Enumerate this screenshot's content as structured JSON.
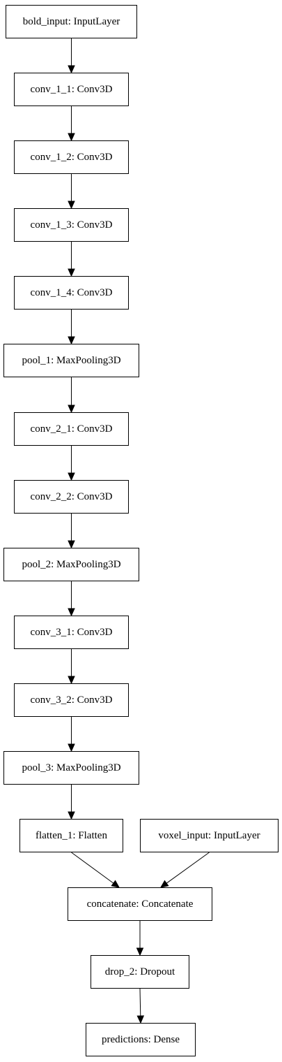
{
  "nodes": {
    "bold_input": "bold_input: InputLayer",
    "conv_1_1": "conv_1_1: Conv3D",
    "conv_1_2": "conv_1_2: Conv3D",
    "conv_1_3": "conv_1_3: Conv3D",
    "conv_1_4": "conv_1_4: Conv3D",
    "pool_1": "pool_1: MaxPooling3D",
    "conv_2_1": "conv_2_1: Conv3D",
    "conv_2_2": "conv_2_2: Conv3D",
    "pool_2": "pool_2: MaxPooling3D",
    "conv_3_1": "conv_3_1: Conv3D",
    "conv_3_2": "conv_3_2: Conv3D",
    "pool_3": "pool_3: MaxPooling3D",
    "flatten_1": "flatten_1: Flatten",
    "voxel_input": "voxel_input: InputLayer",
    "concatenate": "concatenate: Concatenate",
    "drop_2": "drop_2: Dropout",
    "predictions": "predictions: Dense"
  },
  "edges": [
    [
      "bold_input",
      "conv_1_1"
    ],
    [
      "conv_1_1",
      "conv_1_2"
    ],
    [
      "conv_1_2",
      "conv_1_3"
    ],
    [
      "conv_1_3",
      "conv_1_4"
    ],
    [
      "conv_1_4",
      "pool_1"
    ],
    [
      "pool_1",
      "conv_2_1"
    ],
    [
      "conv_2_1",
      "conv_2_2"
    ],
    [
      "conv_2_2",
      "pool_2"
    ],
    [
      "pool_2",
      "conv_3_1"
    ],
    [
      "conv_3_1",
      "conv_3_2"
    ],
    [
      "conv_3_2",
      "pool_3"
    ],
    [
      "pool_3",
      "flatten_1"
    ],
    [
      "flatten_1",
      "concatenate"
    ],
    [
      "voxel_input",
      "concatenate"
    ],
    [
      "concatenate",
      "drop_2"
    ],
    [
      "drop_2",
      "predictions"
    ]
  ]
}
